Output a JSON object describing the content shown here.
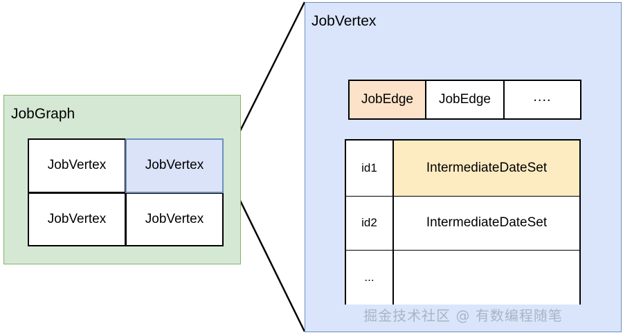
{
  "diagram": {
    "title": "JobGraph / JobVertex structure",
    "colors": {
      "jobgraph_fill": "#d5e8d4",
      "jobgraph_stroke": "#84b268",
      "jobvertex_panel_fill": "#dae5fb",
      "jobvertex_panel_stroke": "#6c8ebf",
      "highlight_blue": "#dae3f8",
      "highlight_orange": "#fce2c8",
      "highlight_yellow": "#fdebc2",
      "cell_fill": "#ffffff",
      "cell_stroke": "#000000",
      "watermark": "#9aa3b5"
    }
  },
  "jobgraph": {
    "label": "JobGraph",
    "vertices": [
      {
        "label": "JobVertex",
        "highlighted": false
      },
      {
        "label": "JobVertex",
        "highlighted": true
      },
      {
        "label": "JobVertex",
        "highlighted": false
      },
      {
        "label": "JobVertex",
        "highlighted": false
      }
    ]
  },
  "jobvertex": {
    "label": "JobVertex",
    "edges": [
      {
        "label": "JobEdge",
        "highlighted": true
      },
      {
        "label": "JobEdge",
        "highlighted": false
      },
      {
        "label": "....",
        "highlighted": false
      }
    ],
    "datasets": [
      {
        "id": "id1",
        "name": "IntermediateDateSet",
        "highlighted": true
      },
      {
        "id": "id2",
        "name": "IntermediateDateSet",
        "highlighted": false
      },
      {
        "id": "...",
        "name": "",
        "highlighted": false
      }
    ]
  },
  "watermark": {
    "text": "掘金技术社区 @ 有数编程随笔"
  }
}
